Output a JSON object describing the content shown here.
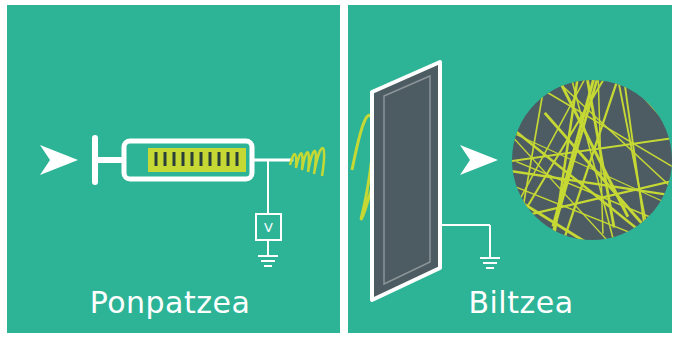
{
  "diagram": {
    "nodes": [
      {
        "text": [
          "V"
        ]
      }
    ],
    "labels": [
      "Ponpatzea",
      "Biltzea"
    ]
  }
}
